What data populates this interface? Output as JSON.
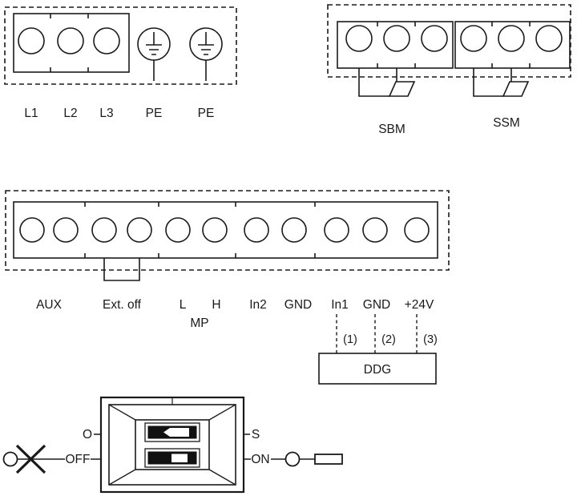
{
  "power_block": {
    "terminals": [
      "L1",
      "L2",
      "L3"
    ],
    "pe": [
      "PE",
      "PE"
    ]
  },
  "relay_block": {
    "sbm": "SBM",
    "ssm": "SSM"
  },
  "control_block": {
    "labels": [
      "AUX",
      "Ext. off",
      "L",
      "H",
      "In2",
      "GND",
      "In1",
      "GND",
      "+24V"
    ],
    "mp": "MP",
    "sensor_pins": [
      "(1)",
      "(2)",
      "(3)"
    ],
    "sensor_box": "DDG"
  },
  "dip_switch": {
    "o": "O",
    "s": "S",
    "off": "OFF",
    "on": "ON"
  },
  "colors": {
    "line": "#1a1a1a",
    "background": "#ffffff"
  }
}
